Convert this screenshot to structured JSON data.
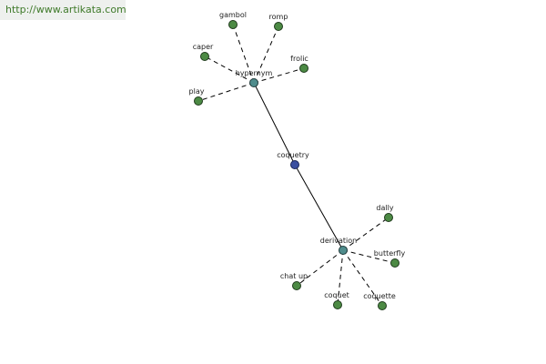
{
  "source_link": "http://www.artikata.com",
  "graph": {
    "nodes": [
      {
        "id": "coquetry",
        "label": "coquetry",
        "kind": "center"
      },
      {
        "id": "hypernym",
        "label": "hypernym",
        "kind": "relation"
      },
      {
        "id": "derivation",
        "label": "derivation",
        "kind": "relation"
      },
      {
        "id": "gambol",
        "label": "gambol",
        "kind": "term"
      },
      {
        "id": "romp",
        "label": "romp",
        "kind": "term"
      },
      {
        "id": "caper",
        "label": "caper",
        "kind": "term"
      },
      {
        "id": "frolic",
        "label": "frolic",
        "kind": "term"
      },
      {
        "id": "play",
        "label": "play",
        "kind": "term"
      },
      {
        "id": "dally",
        "label": "dally",
        "kind": "term"
      },
      {
        "id": "butterfly",
        "label": "butterfly",
        "kind": "term"
      },
      {
        "id": "chat_up",
        "label": "chat up",
        "kind": "term"
      },
      {
        "id": "coquet",
        "label": "coquet",
        "kind": "term"
      },
      {
        "id": "coquette",
        "label": "coquette",
        "kind": "term"
      }
    ],
    "edges": [
      {
        "from": "coquetry",
        "to": "hypernym",
        "style": "solid"
      },
      {
        "from": "coquetry",
        "to": "derivation",
        "style": "solid"
      },
      {
        "from": "hypernym",
        "to": "gambol",
        "style": "dashed"
      },
      {
        "from": "hypernym",
        "to": "romp",
        "style": "dashed"
      },
      {
        "from": "hypernym",
        "to": "caper",
        "style": "dashed"
      },
      {
        "from": "hypernym",
        "to": "frolic",
        "style": "dashed"
      },
      {
        "from": "hypernym",
        "to": "play",
        "style": "dashed"
      },
      {
        "from": "derivation",
        "to": "dally",
        "style": "dashed"
      },
      {
        "from": "derivation",
        "to": "butterfly",
        "style": "dashed"
      },
      {
        "from": "derivation",
        "to": "chat_up",
        "style": "dashed"
      },
      {
        "from": "derivation",
        "to": "coquet",
        "style": "dashed"
      },
      {
        "from": "derivation",
        "to": "coquette",
        "style": "dashed"
      }
    ]
  }
}
